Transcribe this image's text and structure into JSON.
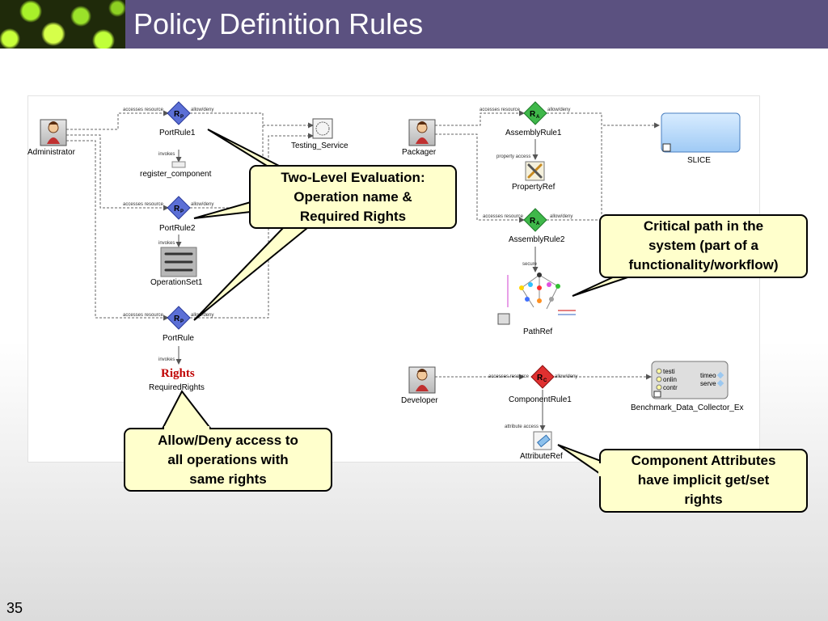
{
  "slide": {
    "title": "Policy Definition Rules",
    "number": "35"
  },
  "diagram": {
    "edge_labels": {
      "accesses_resource": "accesses resource",
      "allow_deny": "allow/deny",
      "invokes": "invokes",
      "property_access": "property access",
      "secure": "secure",
      "attribute_access": "attribute access"
    },
    "actors": {
      "administrator": "Administrator",
      "packager": "Packager",
      "developer": "Developer"
    },
    "rules": {
      "portrule1": {
        "label": "PortRule1",
        "badge": "R",
        "sub": "P"
      },
      "portrule2": {
        "label": "PortRule2",
        "badge": "R",
        "sub": "P"
      },
      "portrule": {
        "label": "PortRule",
        "badge": "R",
        "sub": "P"
      },
      "assemblyrule1": {
        "label": "AssemblyRule1",
        "badge": "R",
        "sub": "A"
      },
      "assemblyrule2": {
        "label": "AssemblyRule2",
        "badge": "R",
        "sub": "A"
      },
      "componentrule1": {
        "label": "ComponentRule1",
        "badge": "R",
        "sub": "C"
      }
    },
    "nodes": {
      "testing_service": "Testing_Service",
      "register_component": "register_component",
      "operationset1": "OperationSet1",
      "requiredrights": "RequiredRights",
      "rights_logo": "Rights",
      "slice": "SLICE",
      "propertyref": "PropertyRef",
      "pathref": "PathRef",
      "attributeref": "AttributeRef",
      "benchmark": "Benchmark_Data_Collector_Ex",
      "benchmark_items_left": [
        "testi",
        "onlin",
        "contr"
      ],
      "benchmark_items_right": [
        "timeo",
        "serve"
      ]
    }
  },
  "callouts": {
    "two_level": [
      "Two-Level Evaluation:",
      "Operation name &",
      "Required Rights"
    ],
    "critical_path": [
      "Critical path in the",
      "system (part of a",
      "functionality/workflow)"
    ],
    "allow_deny": [
      "Allow/Deny access to",
      "all operations with",
      "same rights"
    ],
    "component_attr": [
      "Component Attributes",
      "have implicit get/set",
      "rights"
    ]
  },
  "colors": {
    "header": "#5b5180",
    "rule_p": "#5b6fd6",
    "rule_a": "#3fb84a",
    "rule_c": "#e03030",
    "callout_fill": "#ffffcc",
    "rights_text": "#c00000"
  }
}
